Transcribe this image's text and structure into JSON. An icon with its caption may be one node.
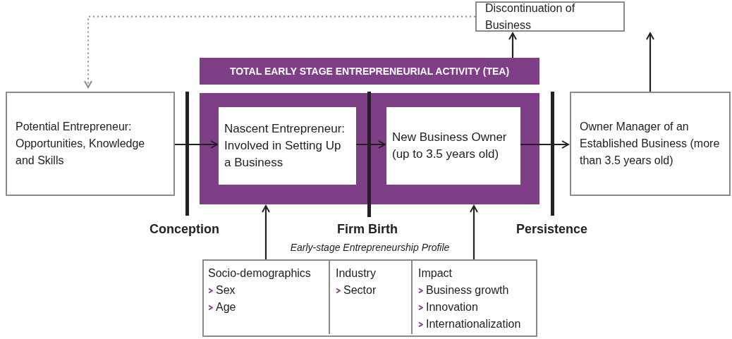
{
  "diagram": {
    "nodes": [
      {
        "text": [
          "Discontinuation of Business"
        ]
      },
      {
        "text": [
          "TOTAL EARLY STAGE ENTREPRENEURIAL ACTIVITY (TEA)"
        ]
      },
      {
        "text": [],
        "shape": "box"
      },
      {
        "text": [
          "Nascent Entrepreneur: Involved in Setting Up a Business"
        ],
        "in": 2
      },
      {
        "text": [
          "New Business Owner (up to 3.5 years old)"
        ],
        "in": 2
      },
      {
        "text": [
          "Potential Entrepreneur: Opportunities, Knowledge and Skills"
        ]
      },
      {
        "text": [
          "Owner Manager of an Established Business (more than 3.5 years old)"
        ]
      },
      {
        "text": [
          "Early-stage Entrepreneurship Profile"
        ]
      },
      {
        "text": [
          "Socio-demographics",
          "Sex",
          "Age"
        ],
        "in": 7
      },
      {
        "text": [
          "Industry",
          "Sector"
        ],
        "in": 7
      },
      {
        "text": [
          "Impact",
          "Business growth",
          "Innovation",
          "Internationalization"
        ],
        "in": 7
      }
    ],
    "edges": [
      {
        "from": 5,
        "to": 3,
        "arrow": "to"
      },
      {
        "from": 3,
        "to": 4,
        "arrow": "to"
      },
      {
        "from": 4,
        "to": 6,
        "arrow": "to"
      },
      {
        "from": 1,
        "to": 0,
        "arrow": "to"
      },
      {
        "from": 6,
        "to": 0,
        "arrow": "to"
      },
      {
        "from": 0,
        "to": 5,
        "arrow": "to",
        "style": "dashed",
        "color": "#8a8a8a"
      },
      {
        "from": 7,
        "to": 2,
        "arrow": "to"
      },
      {
        "from": 7,
        "to": 2,
        "arrow": "to"
      }
    ],
    "labels": [
      "Conception",
      "Firm Birth",
      "Persistence"
    ]
  }
}
